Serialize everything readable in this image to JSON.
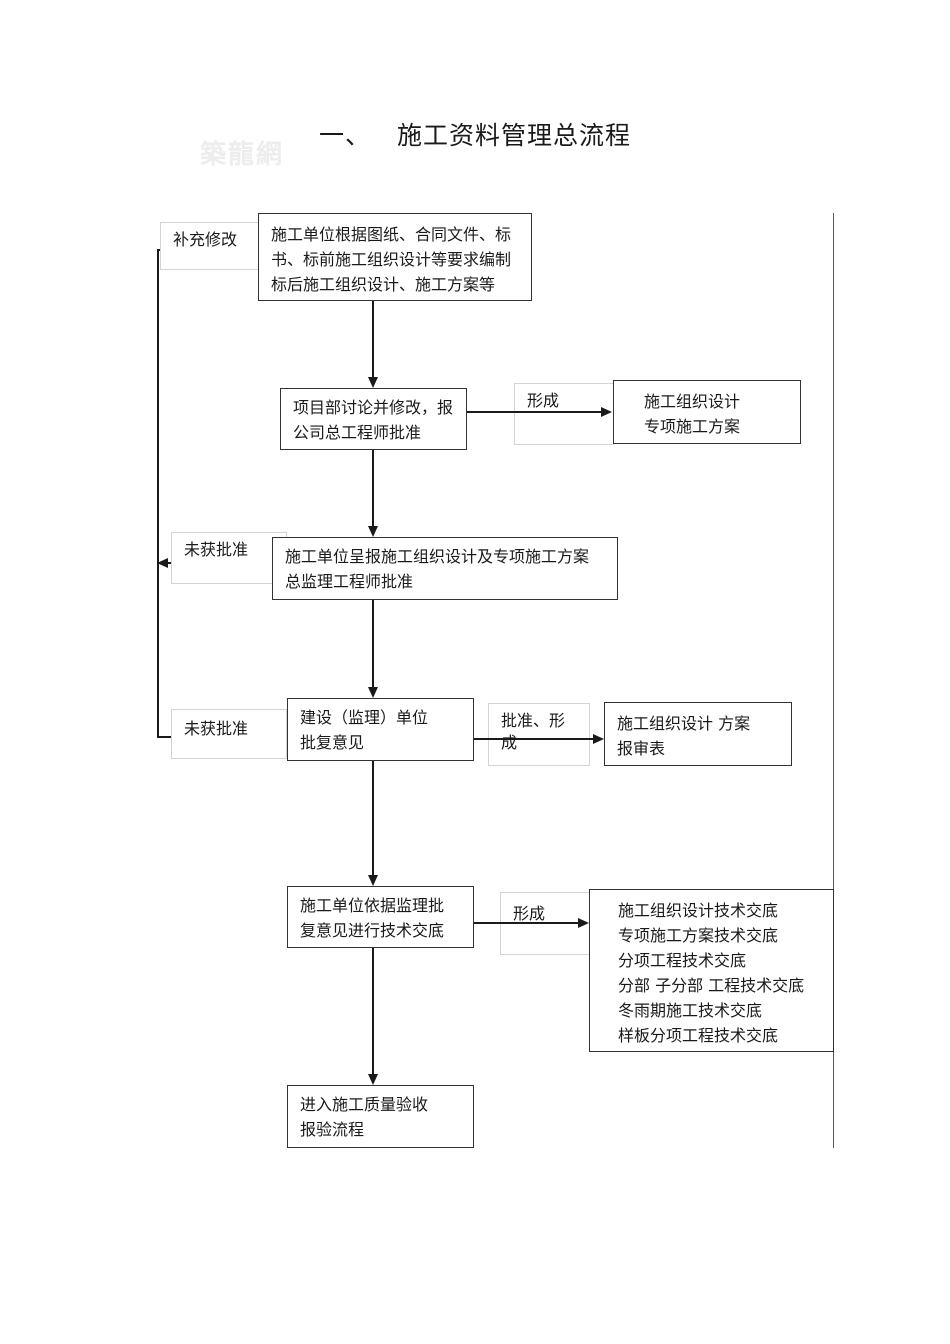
{
  "title": {
    "number": "一、",
    "text": "施工资料管理总流程"
  },
  "watermark": "築龍網",
  "steps": [
    {
      "id": "step1",
      "text": "施工单位根据图纸、合同文件、标\n书、标前施工组织设计等要求编制\n标后施工组织设计、施工方案等"
    },
    {
      "id": "step2",
      "text": "项目部讨论并修改，报\n公司总工程师批准"
    },
    {
      "id": "step3",
      "text": "施工单位呈报施工组织设计及专项施工方案\n总监理工程师批准"
    },
    {
      "id": "step4",
      "text": "建设（监理）单位\n批复意见"
    },
    {
      "id": "step5",
      "text": "施工单位依据监理批\n复意见进行技术交底"
    },
    {
      "id": "step6",
      "text": "进入施工质量验收\n报验流程"
    }
  ],
  "outputs": [
    {
      "id": "out1",
      "text": "施工组织设计\n专项施工方案"
    },
    {
      "id": "out2",
      "text": "施工组织设计  方案\n报审表"
    },
    {
      "id": "out3",
      "text": "施工组织设计技术交底\n专项施工方案技术交底\n分项工程技术交底\n分部  子分部  工程技术交底\n冬雨期施工技术交底\n样板分项工程技术交底"
    }
  ],
  "labels": {
    "supplement": "补充修改",
    "not_approved_1": "未获批准",
    "not_approved_2": "未获批准",
    "form_1": "形成",
    "approve_form": "批准、形成",
    "form_2": "形成"
  }
}
